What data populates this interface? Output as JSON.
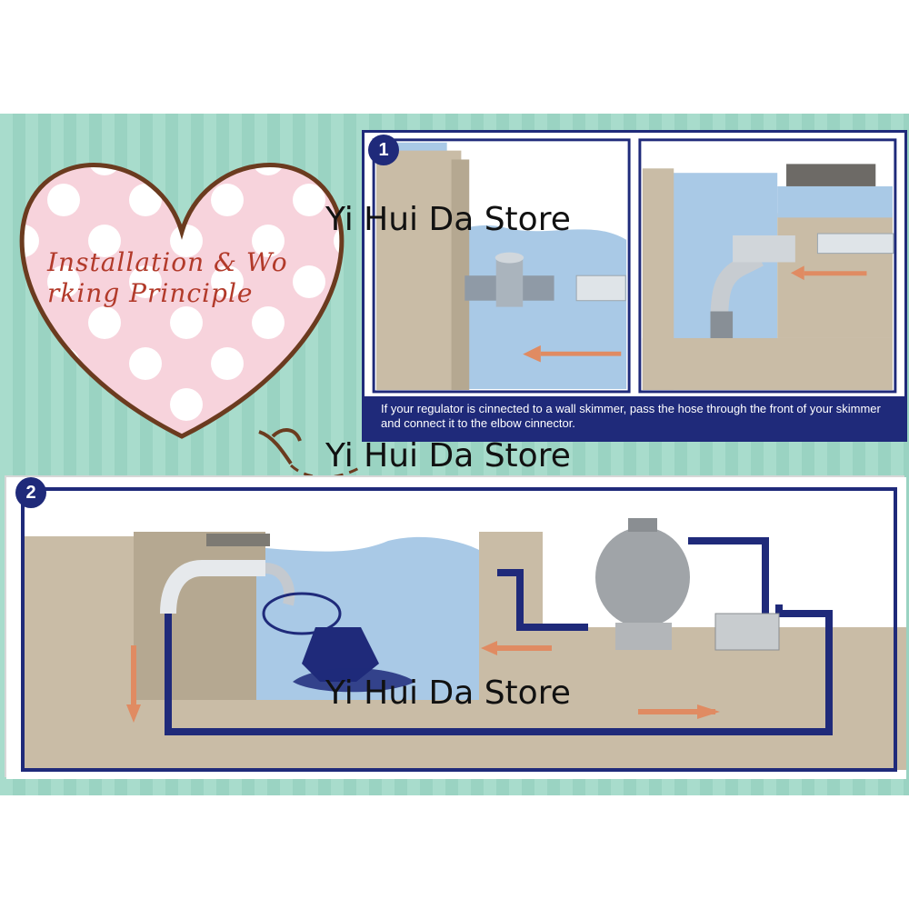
{
  "heart_title": "Installation & Working Principle",
  "panel1": {
    "step_number": "1",
    "caption": "If your regulator is cinnected to a wall skimmer, pass the hose through the front of your skimmer and connect it to the elbow cinnector."
  },
  "panel2": {
    "step_number": "2"
  },
  "watermarks": [
    "Yi Hui Da Store",
    "Yi Hui Da Store",
    "Yi Hui Da Store"
  ],
  "colors": {
    "navy": "#1f2a7a",
    "mint": "#a8dccc",
    "heart_pink": "#f7d3dc",
    "heart_outline": "#6b3b1f",
    "title_red": "#b23a2a",
    "wall_tan": "#c9bca6",
    "water_blue": "#a9c9e6",
    "arrow_salmon": "#e08b62"
  }
}
